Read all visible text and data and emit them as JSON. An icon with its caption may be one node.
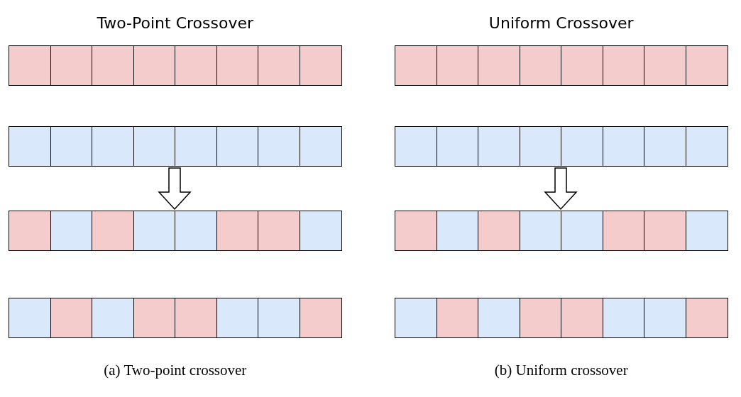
{
  "diagram": {
    "nodes": [
      {
        "text": [],
        "shape": "bar"
      },
      {
        "text": [],
        "shape": "bar"
      },
      {
        "text": [],
        "shape": "bar"
      },
      {
        "text": [],
        "shape": "bar"
      },
      {
        "text": [],
        "shape": "bar"
      },
      {
        "text": [],
        "shape": "bar"
      },
      {
        "text": [],
        "shape": "bar"
      },
      {
        "text": [],
        "shape": "bar"
      }
    ],
    "edges": [
      {
        "from": 1,
        "to": 2,
        "arrow": "to"
      },
      {
        "from": 5,
        "to": 6,
        "arrow": "to"
      }
    ],
    "labels": [
      "Two-Point Crossover",
      "Uniform Crossover",
      "(a) Two-point crossover",
      "(b) Uniform crossover"
    ]
  }
}
